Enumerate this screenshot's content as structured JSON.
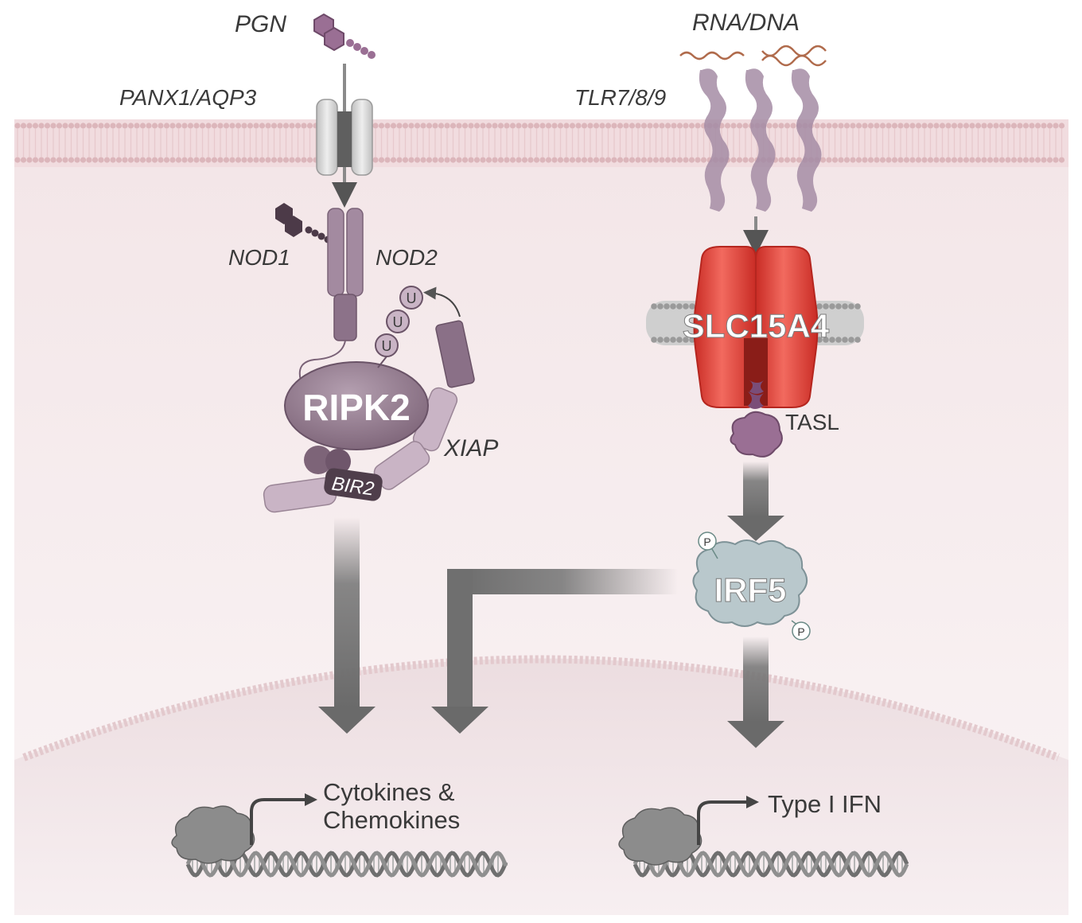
{
  "labels": {
    "pgn": "PGN",
    "rna_dna": "RNA/DNA",
    "panx": "PANX1/AQP3",
    "tlr": "TLR7/8/9",
    "nod1": "NOD1",
    "nod2": "NOD2",
    "ripk2": "RIPK2",
    "xiap": "XIAP",
    "bir2": "BIR2",
    "slc": "SLC15A4",
    "tasl": "TASL",
    "irf5": "IRF5",
    "ub": "U",
    "phos": "P",
    "cyto_line1": "Cytokines &",
    "cyto_line2": "Chemokines",
    "ifn": "Type I IFN"
  },
  "colors": {
    "membrane": "#e6c9cc",
    "cytoplasm": "#f6ecee",
    "nucleus": "#efe1e4",
    "protein_purple": "#9a7f95",
    "tlr_purple": "#a58ca4",
    "slc_red": "#e2453d",
    "irf5_gray": "#b9c8cc",
    "arrow_gray": "#6f6f6f",
    "dna_gray": "#8a8a8a"
  }
}
